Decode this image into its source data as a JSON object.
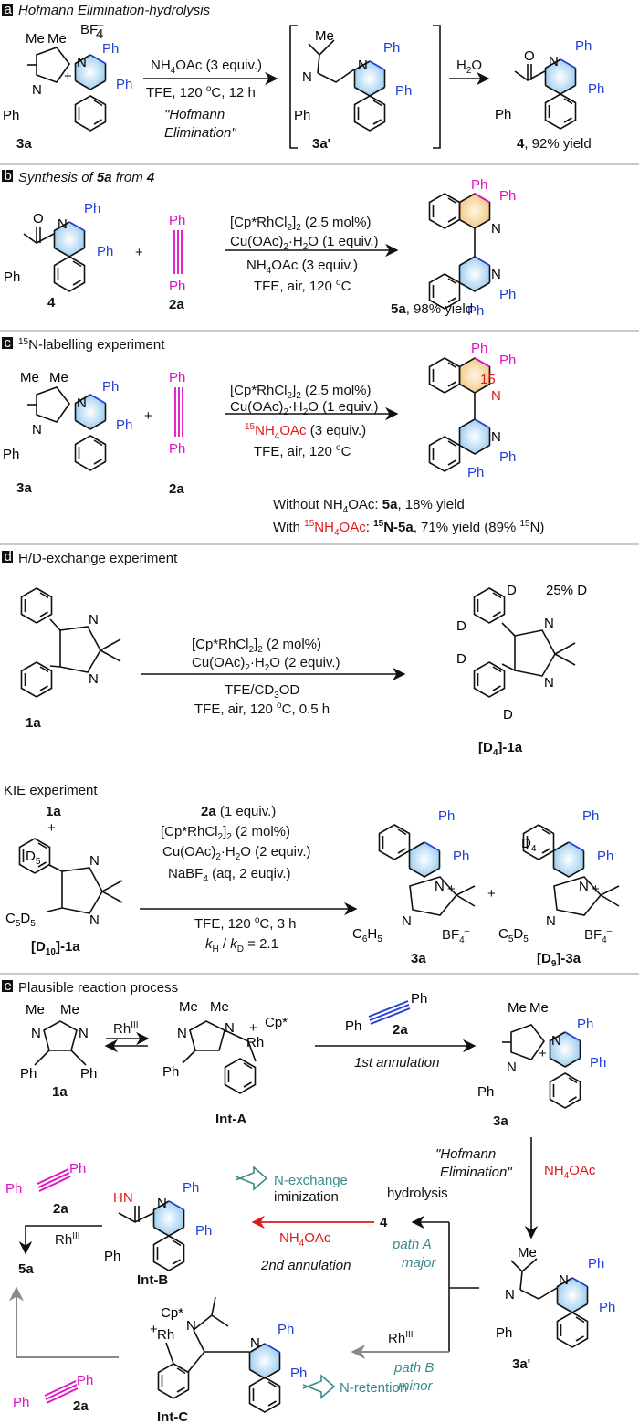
{
  "panels": {
    "a": {
      "letter": "a",
      "title": "Hofmann Elimination-hydrolysis",
      "counterion": "BF",
      "counterion_sub": "4",
      "counterion_sup": "–",
      "reagent1": "NH",
      "reagent1_sub": "4",
      "reagent1_end": "OAc (3 equiv.)",
      "conditions": "TFE, 120 ",
      "conditions_sup": "o",
      "conditions_end": "C, 12 h",
      "note1": "\"Hofmann",
      "note2": "Elimination\"",
      "step2": "H",
      "step2_sub": "2",
      "step2_end": "O",
      "label_3a": "3a",
      "label_3a_prime": "3a'",
      "label_4": "4",
      "label_4_yield": ", 92% yield"
    },
    "b": {
      "letter": "b",
      "title_pre": "Synthesis of ",
      "title_5a": "5a",
      "title_mid": " from ",
      "title_4": "4",
      "plus": "+",
      "cond1": "[Cp*RhCl",
      "cond1_sub": "2",
      "cond1_end": "]",
      "cond1_sub2": "2",
      "cond1_tail": " (2.5 mol%)",
      "cond2": "Cu(OAc)",
      "cond2_sub": "2",
      "cond2_end": "·H",
      "cond2_sub2": "2",
      "cond2_tail": "O (1 equiv.)",
      "cond3": "NH",
      "cond3_sub": "4",
      "cond3_end": "OAc (3 equiv.)",
      "cond4": "TFE, air, 120 ",
      "cond4_sup": "o",
      "cond4_end": "C",
      "label_4": "4",
      "label_2a": "2a",
      "label_5a": "5a",
      "label_5a_yield": ", 98% yield"
    },
    "c": {
      "letter": "c",
      "title_sup": "15",
      "title": "N-labelling experiment",
      "plus": "+",
      "cond3_sup": "15",
      "cond3": "NH",
      "cond3_sub": "4",
      "cond3_end": "OAc",
      "cond3_tail": " (3 equiv.)",
      "n15": "15",
      "label_3a": "3a",
      "label_2a": "2a",
      "res1_pre": "Without NH",
      "res1_sub": "4",
      "res1_mid": "OAc: ",
      "res1_bold": "5a",
      "res1_end": ", 18% yield",
      "res2_pre": "With ",
      "res2_sup": "15",
      "res2_red": "NH",
      "res2_sub": "4",
      "res2_red_end": "OAc",
      "res2_colon": ": ",
      "res2_bsup": "15",
      "res2_bold": "N-5a",
      "res2_end": ", 71% yield (89% ",
      "res2_sup2": "15",
      "res2_tail": "N)"
    },
    "d": {
      "letter": "d",
      "title": "H/D-exchange experiment",
      "cond1_tail": " (2 mol%)",
      "cond2_tail": "O (2 equiv.)",
      "cond3": "TFE/CD",
      "cond3_sub": "3",
      "cond3_end": "OD",
      "cond4": "TFE, air, 120 ",
      "cond4_sup": "o",
      "cond4_end": "C, 0.5 h",
      "d_pct": "25% D",
      "D": "D",
      "label_1a": "1a",
      "label_d4": "[D",
      "label_d4_sub": "4",
      "label_d4_end": "]-1a",
      "kie_title": "KIE experiment",
      "kie_1a": "1a",
      "plus": "+",
      "D5": "D",
      "D5_sub": "5",
      "C5D5": "C",
      "C5D5_s1": "5",
      "C5D5_m": "D",
      "C5D5_s2": "5",
      "label_d10": "[D",
      "label_d10_sub": "10",
      "label_d10_end": "]-1a",
      "kcond0": "2a",
      "kcond0_end": " (1 equiv.)",
      "kcond2_tail": "O  (2 equiv.)",
      "kcond3": "NaBF",
      "kcond3_sub": "4",
      "kcond3_end": " (aq, 2 euqiv.)",
      "kcond4": "TFE, 120 ",
      "kcond4_sup": "o",
      "kcond4_end": "C, 3 h",
      "kcond5_k": "k",
      "kcond5_h": "H",
      "kcond5_mid": " / ",
      "kcond5_k2": "k",
      "kcond5_d": "D",
      "kcond5_end": " = 2.1",
      "C6H5": "C",
      "C6H5_s1": "6",
      "C6H5_m": "H",
      "C6H5_s2": "5",
      "D4": "D",
      "D4_sub": "4",
      "label_3a": "3a",
      "label_d9": "[D",
      "label_d9_sub": "9",
      "label_d9_end": "]-3a"
    },
    "e": {
      "letter": "e",
      "title": "Plausible reaction process",
      "rh3": "Rh",
      "rh3_sup": "III",
      "cp": "Cp*",
      "rh": "Rh",
      "plus_sign": "+",
      "first": "1st annulation",
      "second": "2nd annulation",
      "hofmann1": "\"Hofmann",
      "hofmann2": "Elimination\"",
      "nh4oac": "NH",
      "nh4oac_sub": "4",
      "nh4oac_end": "OAc",
      "hydrolysis": "hydrolysis",
      "iminization": "iminization",
      "pathA1": "path A",
      "pathA2": "major",
      "pathB1": "path B",
      "pathB2": "minor",
      "nexchange": "N-exchange",
      "nretention": "N-retention",
      "HN": "HN",
      "Me": "Me",
      "label_1a": "1a",
      "label_2a": "2a",
      "label_3a": "3a",
      "label_3a_prime": "3a'",
      "label_4": "4",
      "label_5a": "5a",
      "label_intA": "Int-A",
      "label_intB": "Int-B",
      "label_intC": "Int-C"
    }
  },
  "atoms": {
    "N": "N",
    "Ph": "Ph",
    "Me": "Me",
    "O": "O"
  },
  "colors": {
    "blue": "#1f3fd6",
    "pink": "#e010c8",
    "red": "#e01818",
    "teal": "#3a8a8c",
    "orange_ring": "#f1c27a",
    "blue_ring": "#8fc6ee"
  }
}
